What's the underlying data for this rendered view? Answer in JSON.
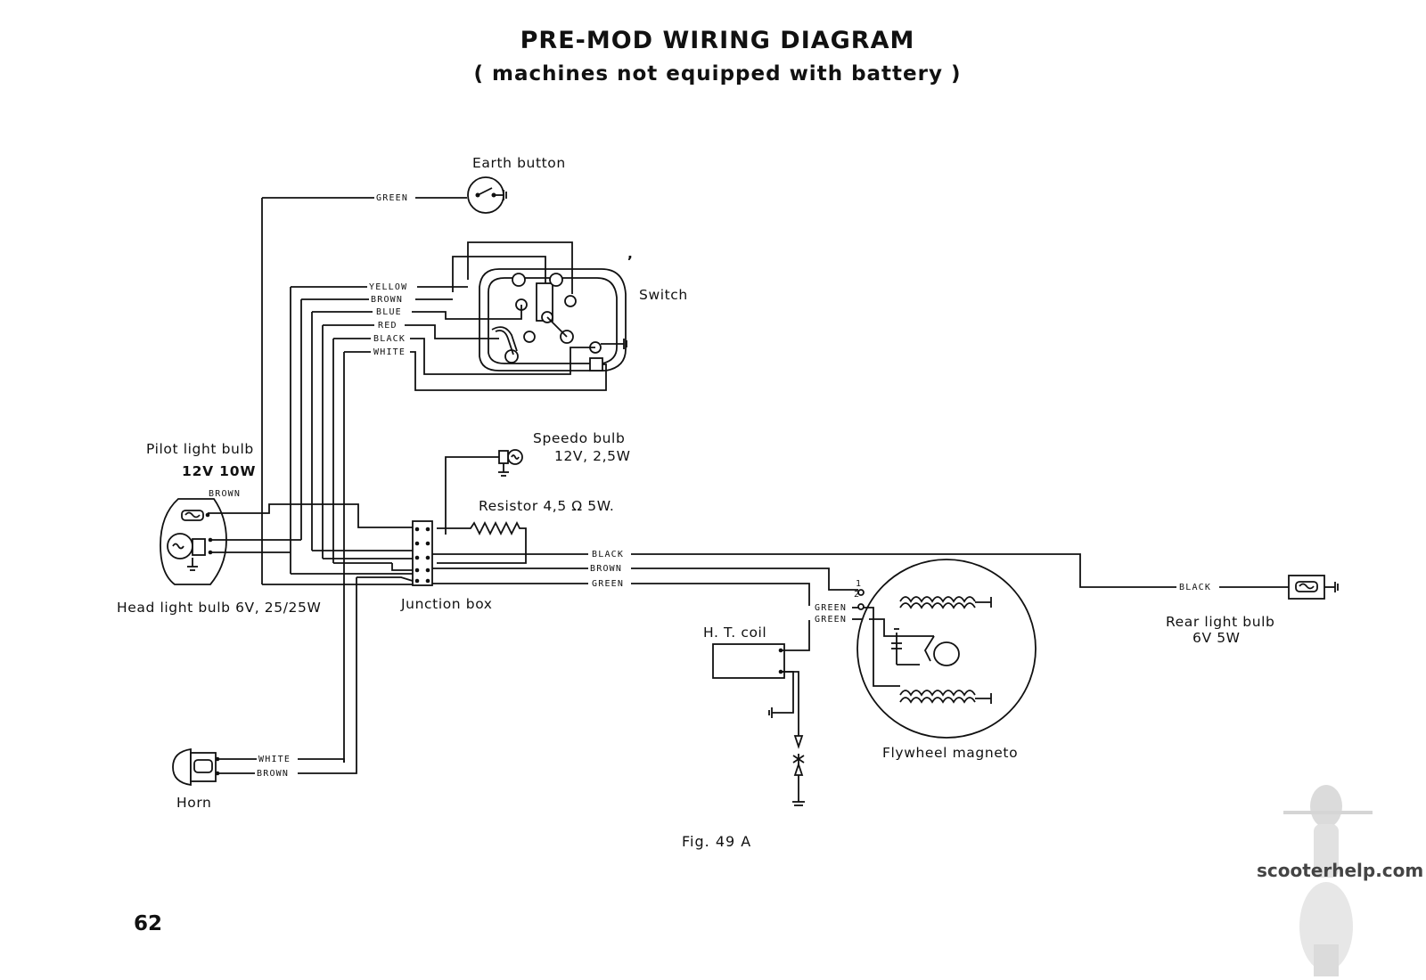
{
  "title": "PRE-MOD WIRING DIAGRAM",
  "subtitle": "( machines not equipped with battery )",
  "page_number": "62",
  "figure_caption": "Fig. 49 A",
  "watermark": "scooterhelp.com",
  "components": {
    "earth_button": "Earth button",
    "switch": "Switch",
    "pilot_light": {
      "name": "Pilot light bulb",
      "rating": "12V 10W"
    },
    "speedo_bulb": {
      "name": "Speedo bulb",
      "rating": "12V, 2,5W"
    },
    "resistor": "Resistor 4,5 Ω 5W.",
    "head_light": "Head light bulb 6V, 25/25W",
    "junction_box": "Junction box",
    "ht_coil": "H. T. coil",
    "flywheel_magneto": "Flywheel magneto",
    "rear_light": {
      "name": "Rear light bulb",
      "rating": "6V 5W"
    },
    "horn": "Horn"
  },
  "wires": {
    "earth_green": "GREEN",
    "switch_yellow": "YELLOW",
    "switch_brown": "BROWN",
    "switch_blue": "BLUE",
    "switch_red": "RED",
    "switch_black": "BLACK",
    "switch_white": "WHITE",
    "head_brown": "BROWN",
    "jb_black": "BLACK",
    "jb_brown": "BROWN",
    "jb_green": "GREEN",
    "coil_green_1": "GREEN",
    "coil_green_2": "GREEN",
    "rear_black": "BLACK",
    "horn_white": "WHITE",
    "horn_brown": "BROWN",
    "magneto_terminal_1": "1",
    "magneto_terminal_2": "2"
  },
  "colors": {
    "ink": "#111111",
    "paper": "#ffffff",
    "watermark": "#444444"
  }
}
